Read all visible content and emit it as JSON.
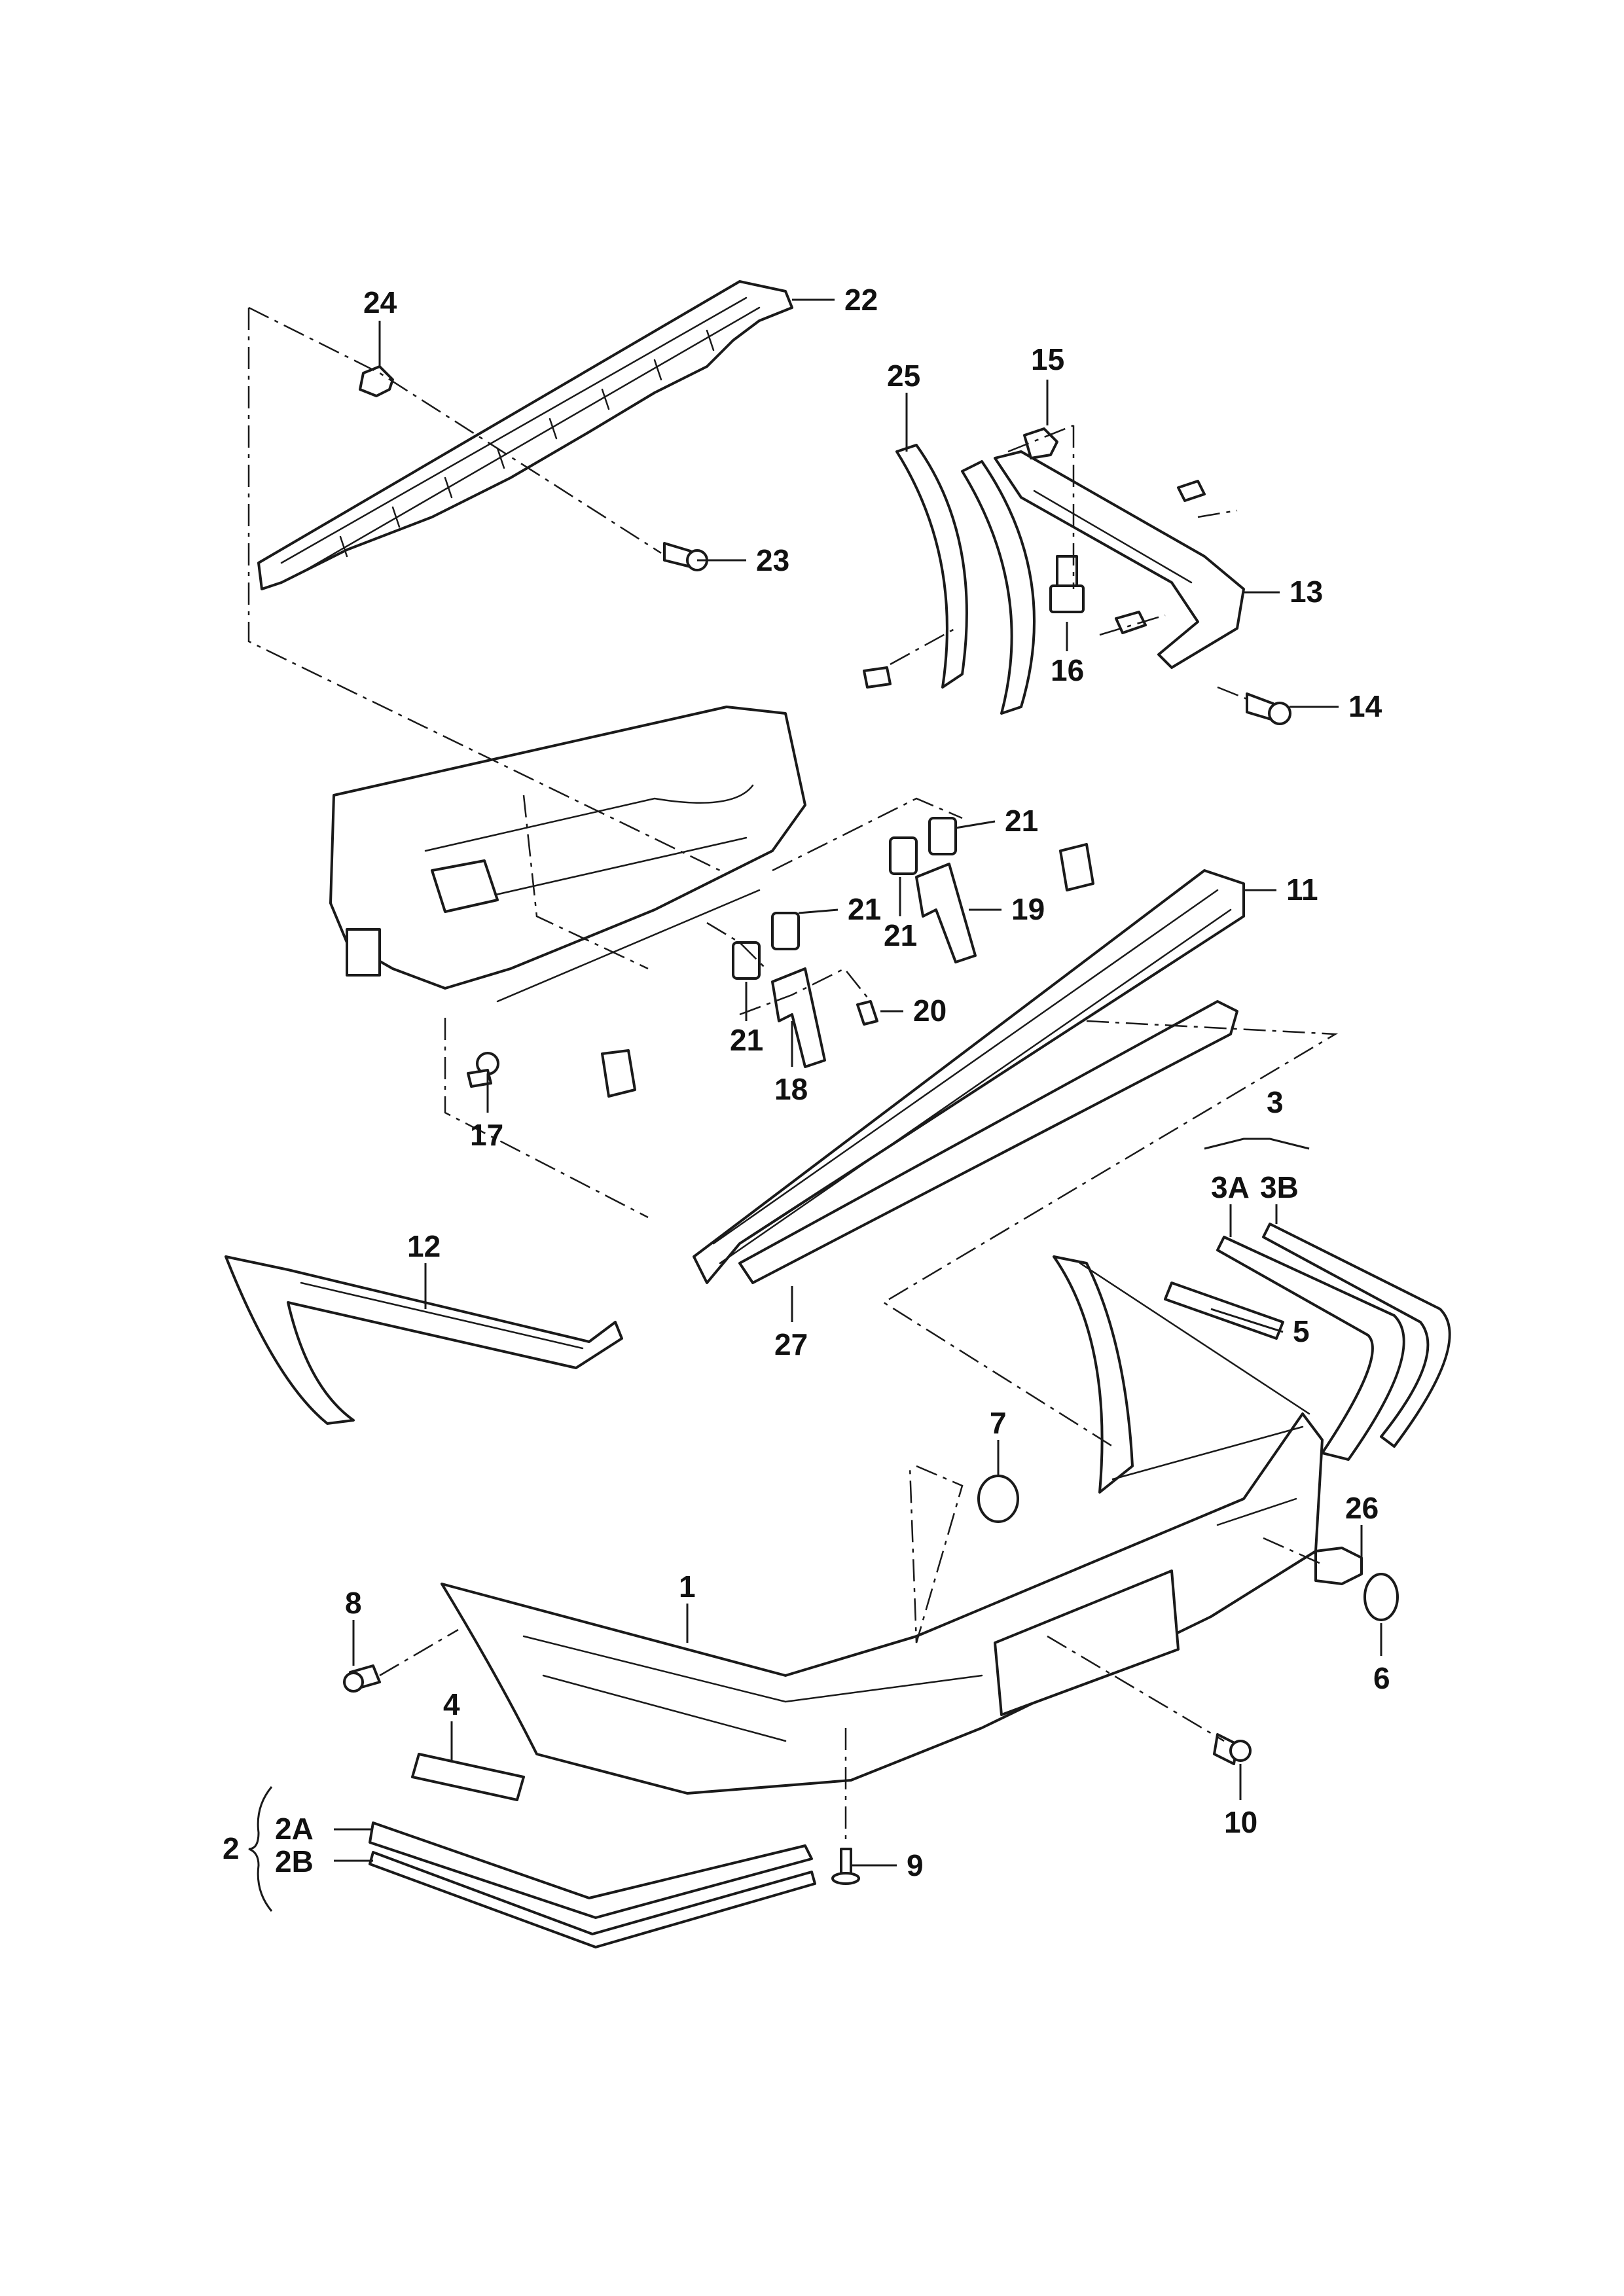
{
  "callouts": {
    "c1": "1",
    "c2": "2",
    "c2a": "2A",
    "c2b": "2B",
    "c3": "3",
    "c3a": "3A",
    "c3b": "3B",
    "c4": "4",
    "c5": "5",
    "c6": "6",
    "c7": "7",
    "c8": "8",
    "c9": "9",
    "c10": "10",
    "c11": "11",
    "c12": "12",
    "c13": "13",
    "c14": "14",
    "c15": "15",
    "c16": "16",
    "c17": "17",
    "c18": "18",
    "c19": "19",
    "c20": "20",
    "c21a": "21",
    "c21b": "21",
    "c21c": "21",
    "c21d": "21",
    "c22": "22",
    "c23": "23",
    "c24": "24",
    "c25": "25",
    "c26": "26",
    "c27": "27"
  }
}
